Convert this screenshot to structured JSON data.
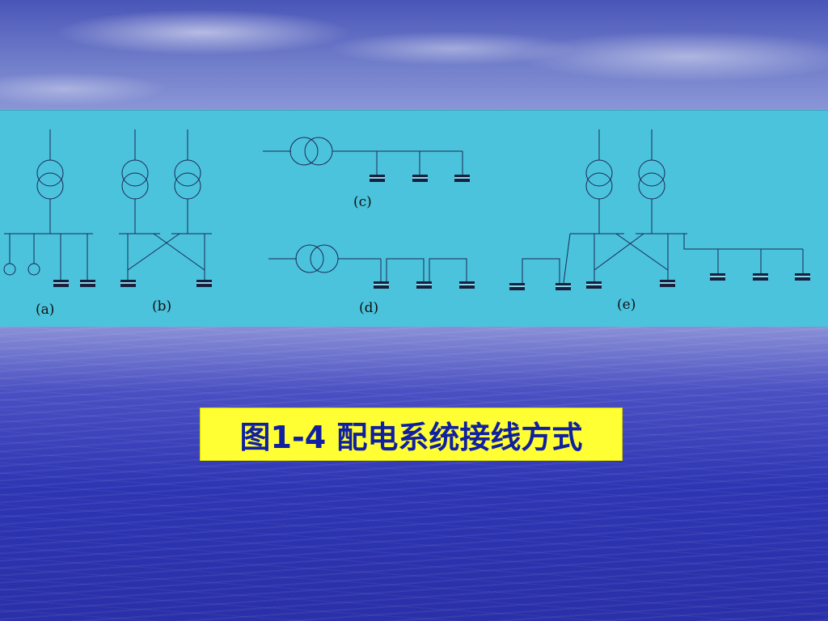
{
  "diagram": {
    "labels": {
      "a": "(a)",
      "b": "(b)",
      "c": "(c)",
      "d": "(d)",
      "e": "(e)"
    }
  },
  "caption": {
    "text": "图1-4  配电系统接线方式"
  },
  "colors": {
    "band": "#4bc3dc",
    "caption_bg": "#ffff33",
    "caption_text": "#1020a0",
    "line": "#1b2a55"
  }
}
